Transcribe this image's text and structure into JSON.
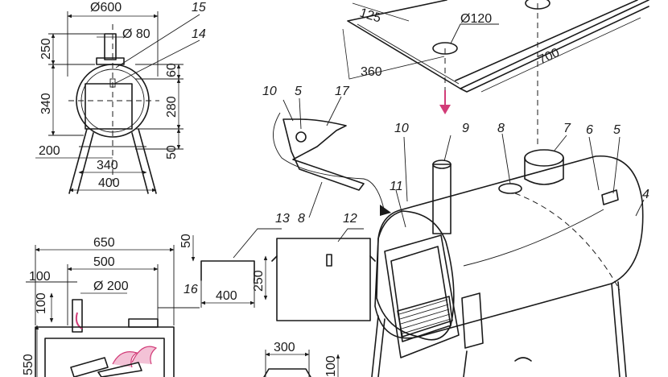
{
  "colors": {
    "ink": "#1a1a1a",
    "stipple": "#dedede",
    "accent": "#d23c78"
  },
  "front_view": {
    "d_600": "Ø600",
    "d_80": "Ø 80",
    "h_250": "250",
    "h_340": "340",
    "h_60": "60",
    "h_280": "280",
    "h_50": "50",
    "w_200": "200",
    "w_340": "340",
    "w_400": "400",
    "ref_15": "15",
    "ref_14": "14"
  },
  "top_cover": {
    "d_125": "125",
    "d_120": "Ø120",
    "d_360": "360",
    "d_700": "700"
  },
  "side_view": {
    "d_650": "650",
    "d_500": "500",
    "d_200": "Ø 200",
    "d_100a": "100",
    "d_100b": "100",
    "d_550": "550",
    "ref_16": "16"
  },
  "bracket": {
    "d_50": "50",
    "d_250": "250",
    "d_400": "400",
    "ref_13": "13",
    "ref_12": "12"
  },
  "small_part": {
    "d_300": "300",
    "d_100": "100"
  },
  "detail": {
    "ref_10": "10",
    "ref_5": "5",
    "ref_17": "17",
    "ref_8": "8"
  },
  "main_view": {
    "ref_10": "10",
    "ref_9": "9",
    "ref_8": "8",
    "ref_7": "7",
    "ref_6": "6",
    "ref_5": "5",
    "ref_4": "4",
    "ref_11": "11"
  }
}
